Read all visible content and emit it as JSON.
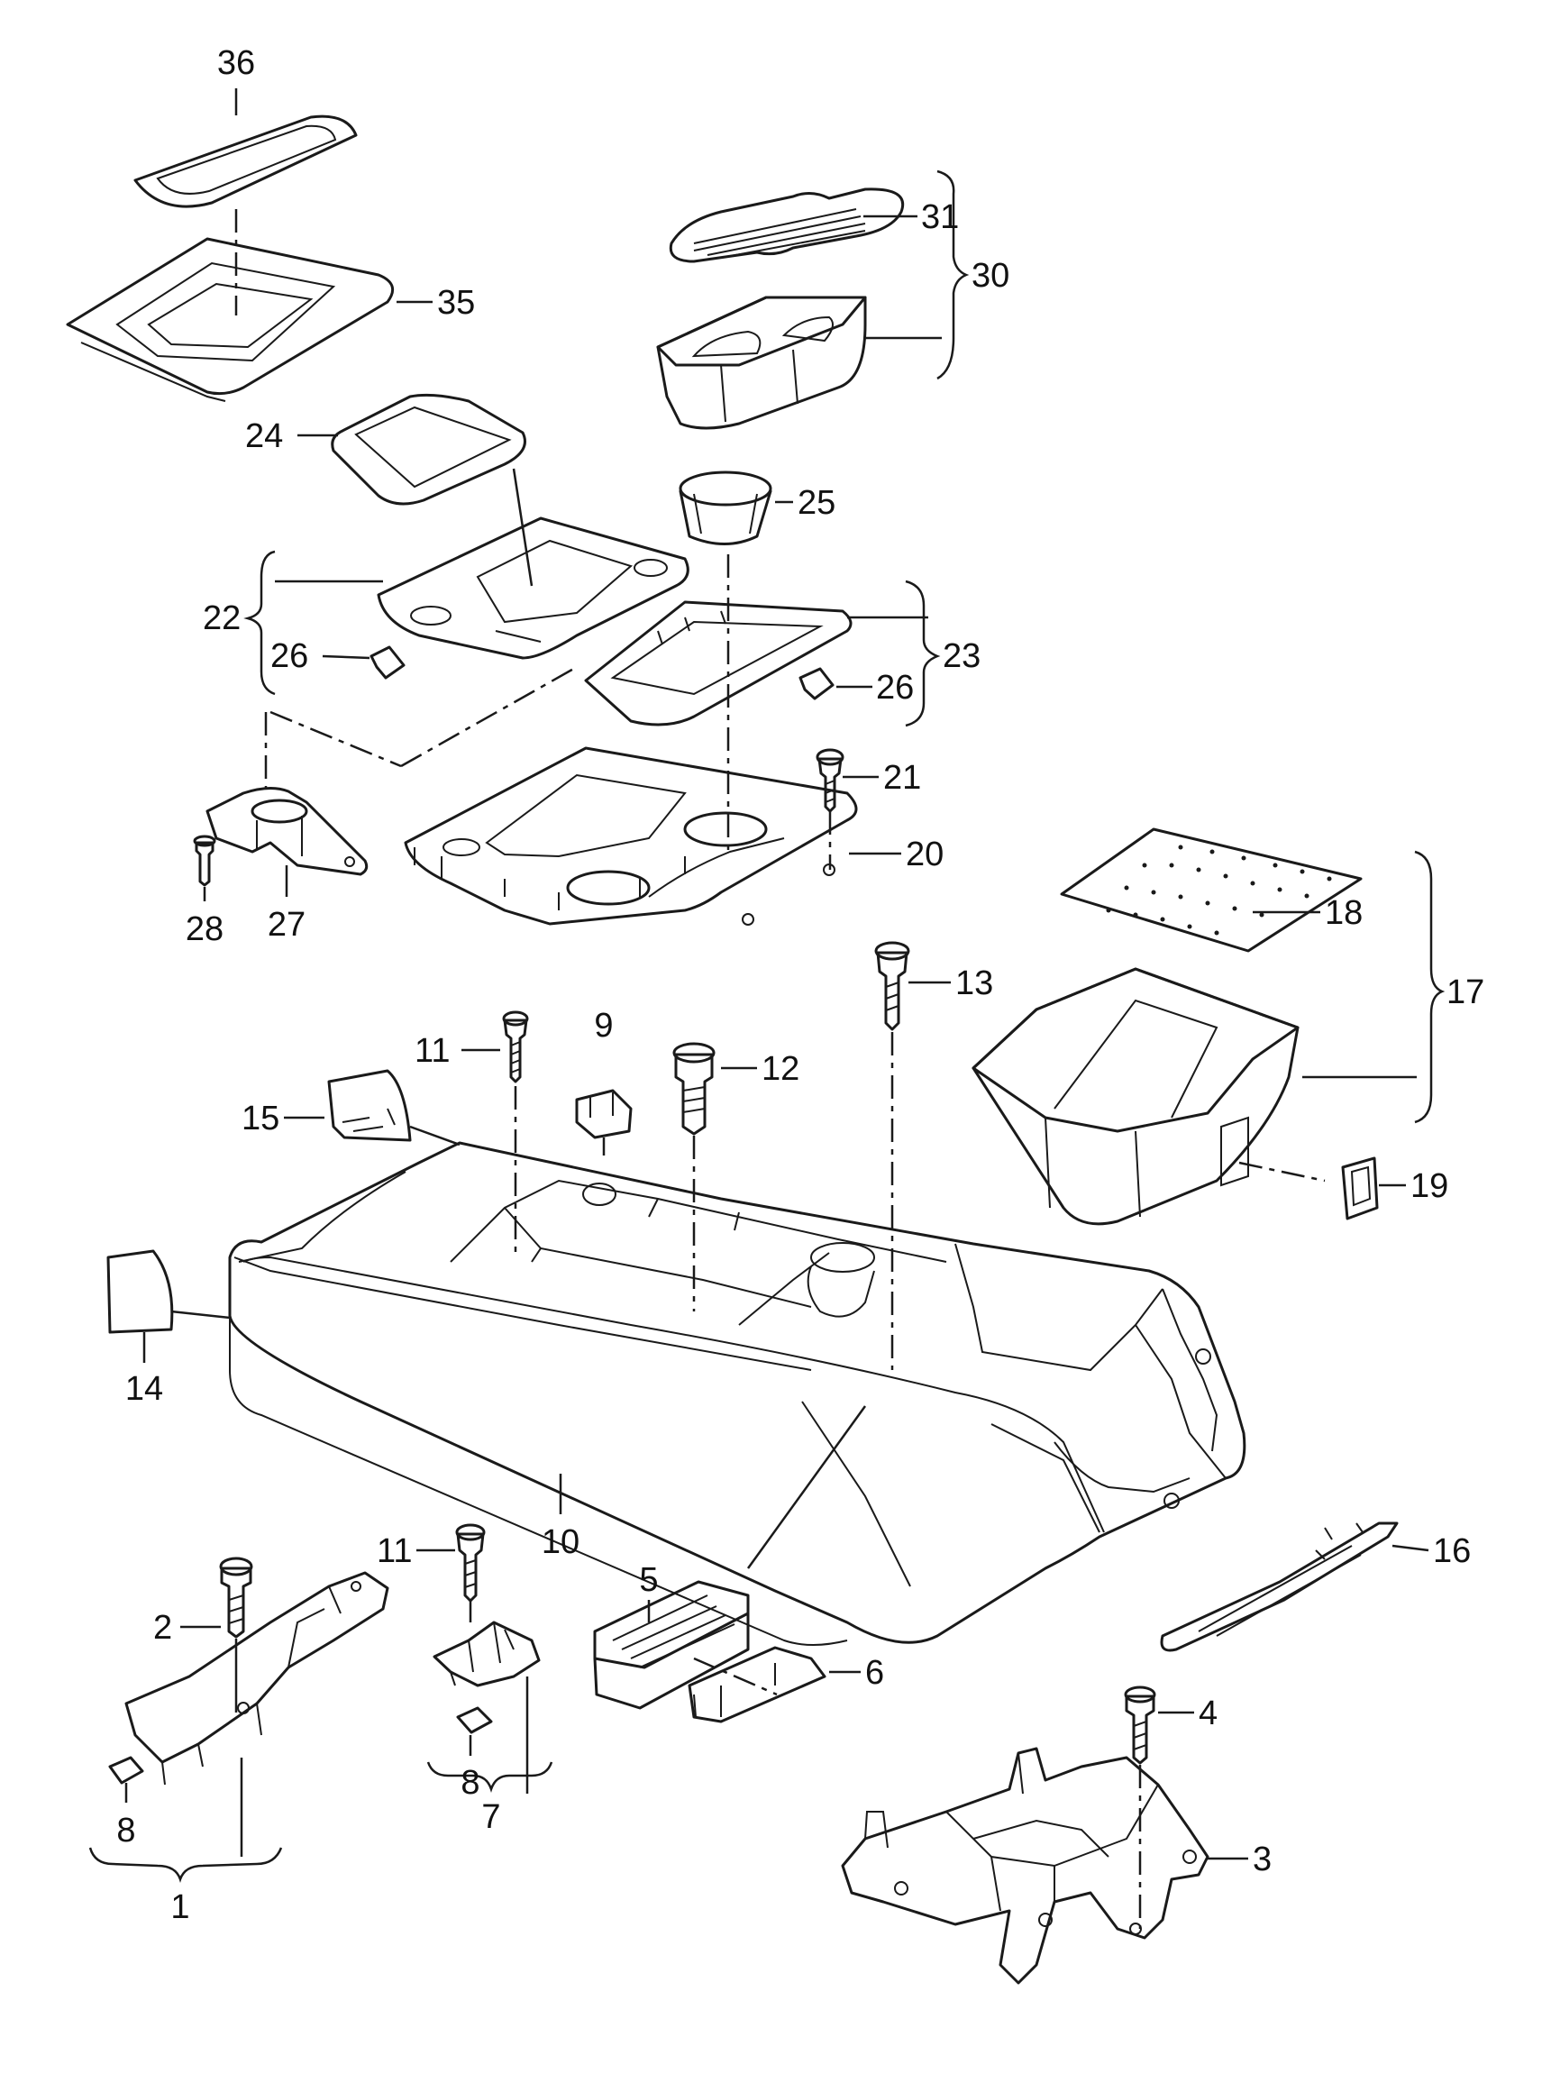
{
  "callouts": {
    "c1": "1",
    "c2": "2",
    "c3": "3",
    "c4": "4",
    "c5": "5",
    "c6": "6",
    "c7": "7",
    "c8a": "8",
    "c8b": "8",
    "c9": "9",
    "c10": "10",
    "c11a": "11",
    "c11b": "11",
    "c12": "12",
    "c13": "13",
    "c14": "14",
    "c15": "15",
    "c16": "16",
    "c17": "17",
    "c18": "18",
    "c19": "19",
    "c20": "20",
    "c21": "21",
    "c22": "22",
    "c23": "23",
    "c24": "24",
    "c25": "25",
    "c26a": "26",
    "c26b": "26",
    "c27": "27",
    "c28": "28",
    "c30": "30",
    "c31": "31",
    "c35": "35",
    "c36": "36"
  },
  "colors": {
    "line": "#1a1a1a",
    "background": "#ffffff"
  }
}
